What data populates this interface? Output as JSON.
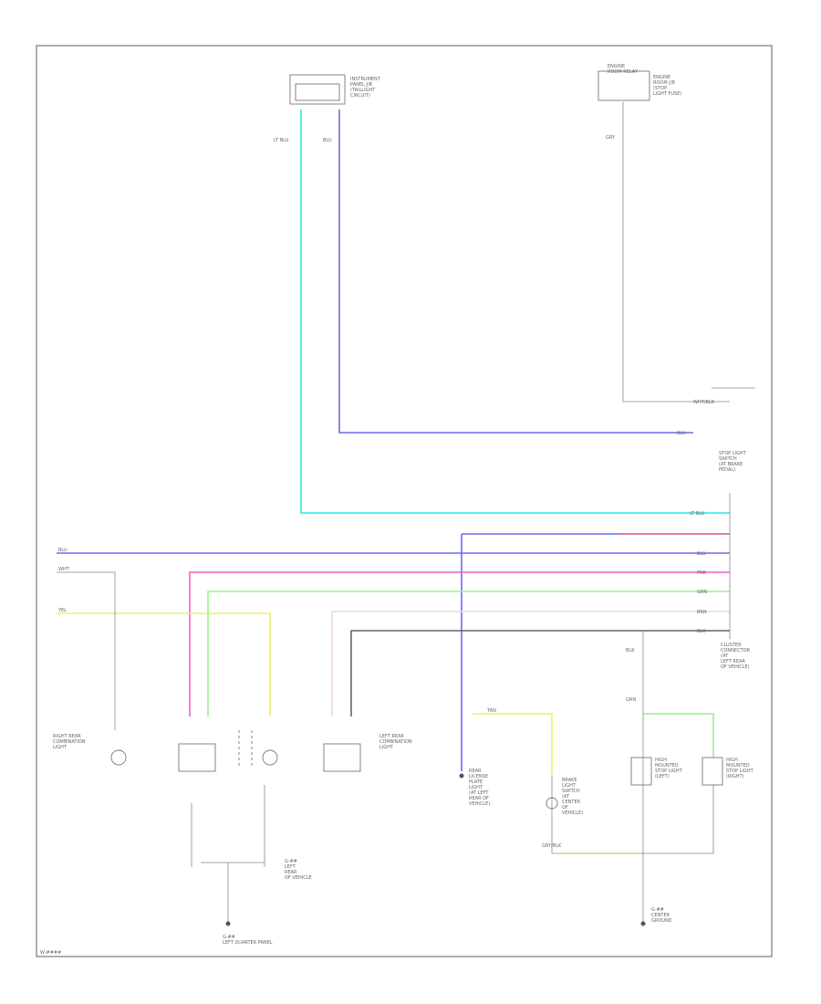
{
  "diagram": {
    "footer_code": "W·####",
    "wire_colors": {
      "light_blue": "#2ee6e6",
      "blue": "#6a6af0",
      "pink": "#f060c8",
      "green": "#9cf090",
      "yellow": "#f0f060",
      "pale_pink": "#f0d8d8",
      "dark_gray": "#666666",
      "red": "#f07070",
      "tan": "#d8c890",
      "gray": "#bbbbbb"
    },
    "labels": {
      "instrument_panel": [
        "INSTRUMENT",
        "PANEL J/B",
        "(TAILLIGHT",
        "CIRCUIT)"
      ],
      "engine_room": [
        "ENGINE",
        "ROOM J/B",
        "(STOP",
        "LIGHT FUSE)"
      ],
      "engine_room_top": [
        "ENGINE",
        "ROOM RELAY"
      ],
      "stop_switch": [
        "STOP LIGHT",
        "SWITCH",
        "(AT BRAKE",
        "PEDAL)"
      ],
      "cluster_connector": [
        "CLUSTER",
        "CONNECTOR",
        "(AT",
        "LEFT REAR",
        "OF VEHICLE)"
      ],
      "right_rear_combo": [
        "RIGHT REAR",
        "COMBINATION",
        "LIGHT"
      ],
      "left_rear_combo": [
        "LEFT REAR",
        "COMBINATION",
        "LIGHT"
      ],
      "rear_license": [
        "REAR",
        "LICENSE",
        "PLATE",
        "LIGHT",
        "(AT LEFT",
        "REAR OF",
        "VEHICLE)"
      ],
      "brake_light": [
        "BRAKE",
        "LIGHT",
        "SWITCH",
        "(AT",
        "CENTER",
        "OF",
        "VEHICLE)"
      ],
      "high_mount": [
        "HIGH",
        "MOUNTED",
        "STOP LIGHT",
        "(LEFT)"
      ],
      "high_mount_right": [
        "HIGH",
        "MOUNTED",
        "STOP LIGHT",
        "(RIGHT)"
      ],
      "ground_left": [
        "G·##",
        "LEFT",
        "REAR",
        "OF VEHICLE"
      ],
      "ground_center": [
        "G·##",
        "LEFT QUARTER PANEL"
      ],
      "ground_right": [
        "G·##",
        "CENTER",
        "GROUND"
      ]
    },
    "wire_labels": {
      "lt_blu": "LT BLU",
      "blu": "BLU",
      "pnk": "PNK",
      "grn": "GRN",
      "yel": "YEL",
      "wht": "WHT",
      "blk": "BLK",
      "brn": "BRN",
      "tan": "TAN",
      "gry": "GRY",
      "wht_blk": "WHT/BLK",
      "stop_wire": "GRY/BLK"
    }
  }
}
